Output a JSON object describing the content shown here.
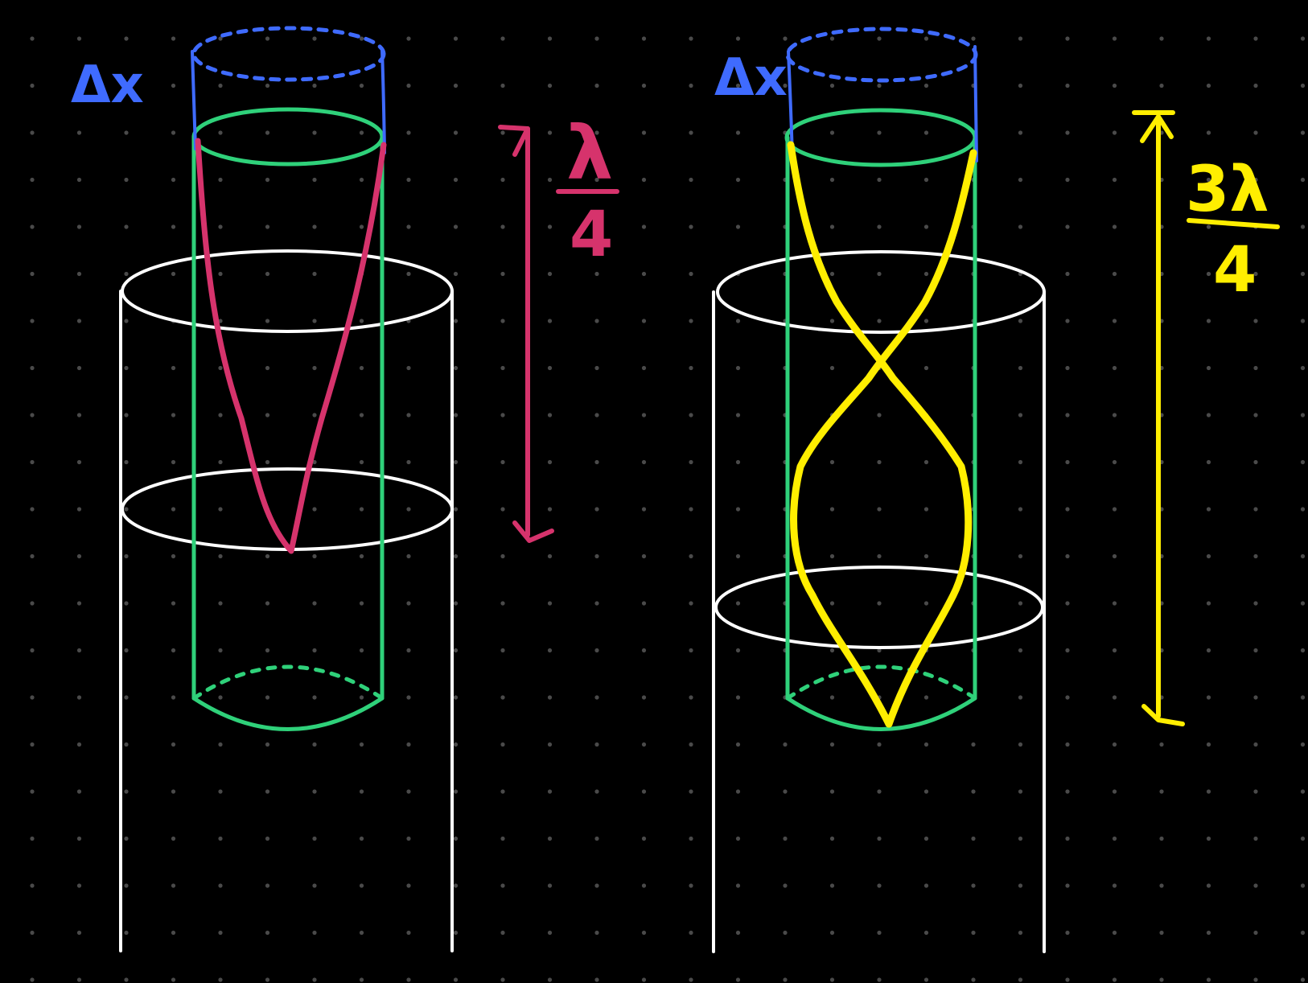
{
  "canvas": {
    "background": "#000000",
    "grid_dot_color": "#4a4a4a",
    "grid": true
  },
  "colors": {
    "tube": "#ffffff",
    "inner_tube": "#2fd17a",
    "delta_x": "#3f6bff",
    "left_wave": "#d6336c",
    "right_wave": "#ffee00"
  },
  "diagrams": [
    {
      "id": "quarter-wave",
      "delta_label": "Δx",
      "length_numerator": "λ",
      "length_denominator": "4"
    },
    {
      "id": "three-quarter-wave",
      "delta_label": "Δx",
      "length_numerator": "3λ",
      "length_denominator": "4"
    }
  ]
}
